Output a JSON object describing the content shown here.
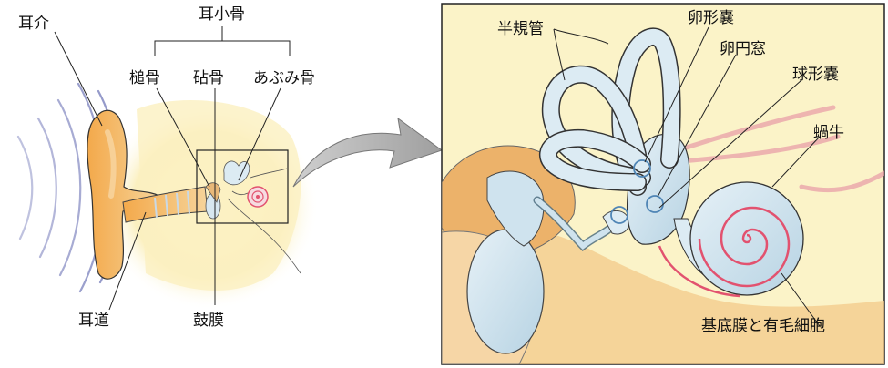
{
  "labels": {
    "pinna": "耳介",
    "ossicles": "耳小骨",
    "malleus": "槌骨",
    "incus": "砧骨",
    "stapes": "あぶみ骨",
    "ear_canal": "耳道",
    "eardrum": "鼓膜",
    "semicircular_canals": "半規管",
    "utricle": "卵形嚢",
    "oval_window": "卵円窓",
    "saccule": "球形嚢",
    "cochlea": "蝸牛",
    "basilar_membrane": "基底膜と有毛細胞"
  },
  "colors": {
    "skin_light": "#fbf3c8",
    "skin_orange": "#f4b35a",
    "bone": "#e8b879",
    "inner_ear_blue": "#cfe3ee",
    "cochlea_red": "#e2526f",
    "arrow_gray": "#b9b9b9",
    "sound_wave": "#8a8fc4"
  }
}
